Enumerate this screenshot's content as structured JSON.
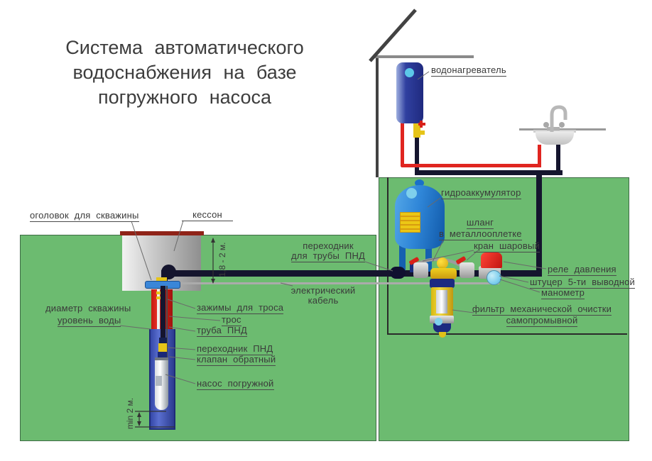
{
  "title": "Система  автоматического\nводоснабжения  на  базе\nпогружного  насоса",
  "labels": {
    "water_heater": "водонагреватель",
    "hydroaccumulator": "гидроаккумулятор",
    "hose_line1": "шланг",
    "hose_line2": "в металлооплетке",
    "ball_valve": "кран шаровый",
    "pressure_relay": "реле давления",
    "five_way_fitting": "штуцер 5-ти выводной",
    "manometer": "манометр",
    "filter_line1": "фильтр механической очистки",
    "filter_line2": "самопромывной",
    "pnd_adapter_line1": "переходник",
    "pnd_adapter_line2": "для трубы ПНД",
    "electric_cable_line1": "электрический",
    "electric_cable_line2": "кабель",
    "wellhead": "оголовок для скважины",
    "caisson": "кессон",
    "well_diameter": "диаметр скважины",
    "water_level": "уровень воды",
    "cable_clamps": "зажимы для троса",
    "cable": "трос",
    "pipe_pnd": "труба ПНД",
    "adapter_pnd": "переходник ПНД",
    "check_valve": "клапан обратный",
    "submersible_pump": "насос погружной"
  },
  "dimensions": {
    "caisson_depth": "1,8 - 2 м.",
    "pump_min_depth": "min 2 м."
  },
  "colors": {
    "ground_green": "#6cbb70",
    "pipe_cold_dark": "#15152e",
    "pipe_hot_red": "#e02520",
    "caisson_gray": "#bdbdbd",
    "caisson_cap_red": "#8f2318",
    "well_casing_red": "#d42018",
    "well_water_blue": "#4a5fc0",
    "tank_blue": "#2f86d8",
    "fitting_yellow": "#e8c515",
    "valve_handle_red": "#d82018",
    "manometer_blue": "#7fd0ec",
    "electric_cable_gray": "#ababab"
  }
}
